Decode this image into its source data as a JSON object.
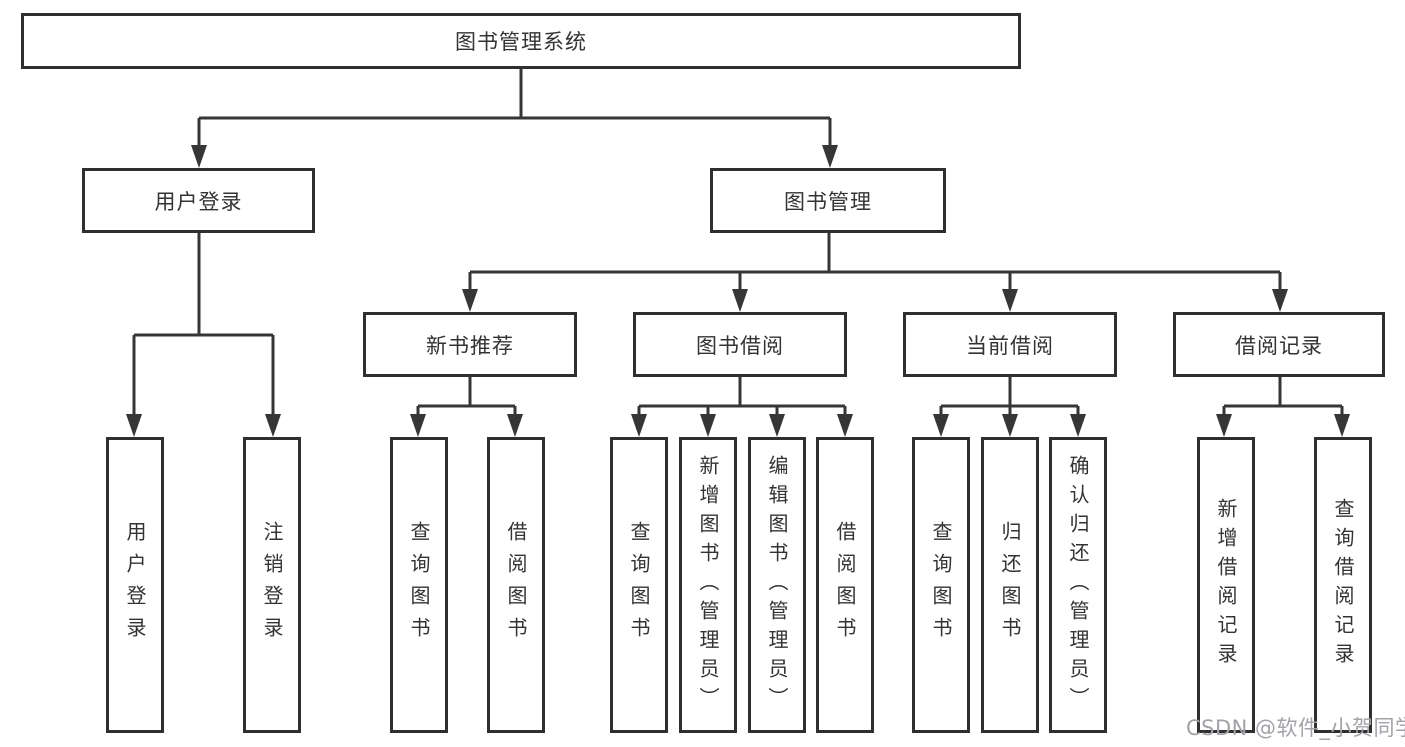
{
  "diagram": {
    "title_node": {
      "label": "图书管理系统"
    },
    "level1": [
      {
        "id": "user-login",
        "label": "用户登录"
      },
      {
        "id": "book-management",
        "label": "图书管理"
      }
    ],
    "user_login_children": [
      {
        "label": "用户登录"
      },
      {
        "label": "注销登录"
      }
    ],
    "groups": [
      {
        "label": "新书推荐",
        "children": [
          {
            "label": "查询图书"
          },
          {
            "label": "借阅图书"
          }
        ]
      },
      {
        "label": "图书借阅",
        "children": [
          {
            "label": "查询图书"
          },
          {
            "label": "新增图书（管理员）"
          },
          {
            "label": "编辑图书（管理员）"
          },
          {
            "label": "借阅图书"
          }
        ]
      },
      {
        "label": "当前借阅",
        "children": [
          {
            "label": "查询图书"
          },
          {
            "label": "归还图书"
          },
          {
            "label": "确认归还（管理员）"
          }
        ]
      },
      {
        "label": "借阅记录",
        "children": [
          {
            "label": "新增借阅记录"
          },
          {
            "label": "查询借阅记录"
          }
        ]
      }
    ]
  },
  "watermark": {
    "text": "CSDN @软件_小贺同学",
    "color": "#a3a2a8"
  },
  "colors": {
    "line": "#363636",
    "box_border": "#2f2f2f",
    "text": "#333333",
    "background": "#ffffff"
  }
}
